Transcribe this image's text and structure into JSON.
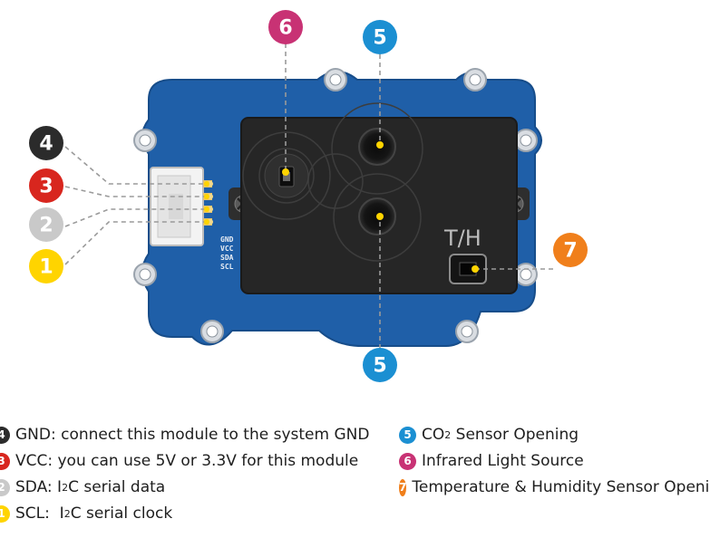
{
  "callouts": {
    "c1": {
      "number": "1",
      "color": "#ffd400"
    },
    "c2": {
      "number": "2",
      "color": "#c9c9c9"
    },
    "c3": {
      "number": "3",
      "color": "#d8261e"
    },
    "c4": {
      "number": "4",
      "color": "#2b2b2b"
    },
    "c5_top": {
      "number": "5",
      "color": "#1b8fd2"
    },
    "c5_bottom": {
      "number": "5",
      "color": "#1b8fd2"
    },
    "c6": {
      "number": "6",
      "color": "#c83274"
    },
    "c7": {
      "number": "7",
      "color": "#f07f1b"
    }
  },
  "board": {
    "pin_labels": [
      "GND",
      "VCC",
      "SDA",
      "SCL"
    ],
    "sensor_marking": "T/H",
    "pcb_color": "#1f5fa8",
    "sensor_color": "#262626"
  },
  "legend": {
    "left": [
      {
        "number": "4",
        "color": "#2b2b2b",
        "parts": [
          "GND: connect this module to the system GND"
        ]
      },
      {
        "number": "3",
        "color": "#d8261e",
        "parts": [
          "VCC: you can use 5V or 3.3V for this module"
        ]
      },
      {
        "number": "2",
        "color": "#c9c9c9",
        "parts": [
          "SDA: I",
          "2",
          "C serial data"
        ]
      },
      {
        "number": "1",
        "color": "#ffd400",
        "parts": [
          "SCL:  I",
          "2",
          "C serial clock"
        ]
      }
    ],
    "right": [
      {
        "number": "5",
        "color": "#1b8fd2",
        "parts": [
          "CO",
          "2",
          " Sensor Opening"
        ]
      },
      {
        "number": "6",
        "color": "#c83274",
        "parts": [
          "Infrared Light Source"
        ]
      },
      {
        "number": "7",
        "color": "#f07f1b",
        "parts": [
          "Temperature & Humidity Sensor Opening"
        ]
      }
    ]
  }
}
